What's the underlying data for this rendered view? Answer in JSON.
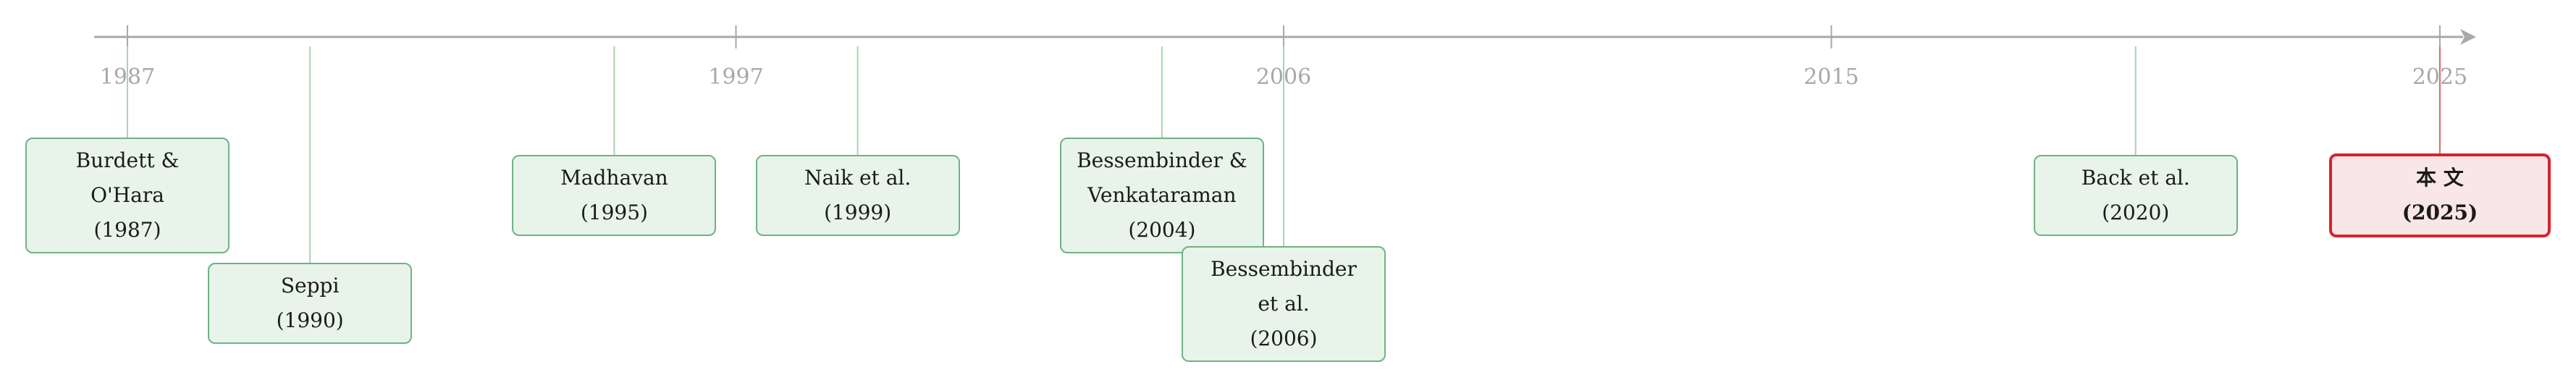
{
  "axis": {
    "range": [
      1987,
      2025
    ],
    "ticks": [
      "1987",
      "1997",
      "2006",
      "2015",
      "2025"
    ]
  },
  "colors": {
    "axis": "#a8a8a8",
    "card_fill": "#e8f3ea",
    "card_border": "#6fb383",
    "connector": "#a8d5b2",
    "highlight_fill": "#f9e6e8",
    "highlight_border": "#d8232a",
    "highlight_connector": "#e06a6a"
  },
  "events": [
    {
      "id": "burdett",
      "year_value": 1987,
      "lines": [
        "Burdett &",
        "O'Hara"
      ],
      "year": "(1987)"
    },
    {
      "id": "seppi",
      "year_value": 1990,
      "lines": [
        "Seppi"
      ],
      "year": "(1990)"
    },
    {
      "id": "madhavan",
      "year_value": 1995,
      "lines": [
        "Madhavan"
      ],
      "year": "(1995)"
    },
    {
      "id": "naik",
      "year_value": 1999,
      "lines": [
        "Naik et al."
      ],
      "year": "(1999)"
    },
    {
      "id": "bessembinder-venkataraman",
      "year_value": 2004,
      "lines": [
        "Bessembinder &",
        "Venkataraman"
      ],
      "year": "(2004)"
    },
    {
      "id": "bessembinder-2006",
      "year_value": 2006,
      "lines": [
        "Bessembinder",
        "et al."
      ],
      "year": "(2006)"
    },
    {
      "id": "back",
      "year_value": 2020,
      "lines": [
        "Back et al."
      ],
      "year": "(2020)"
    },
    {
      "id": "this-paper",
      "year_value": 2025,
      "lines": [
        "本 文"
      ],
      "year": "(2025)",
      "highlight": true
    }
  ]
}
